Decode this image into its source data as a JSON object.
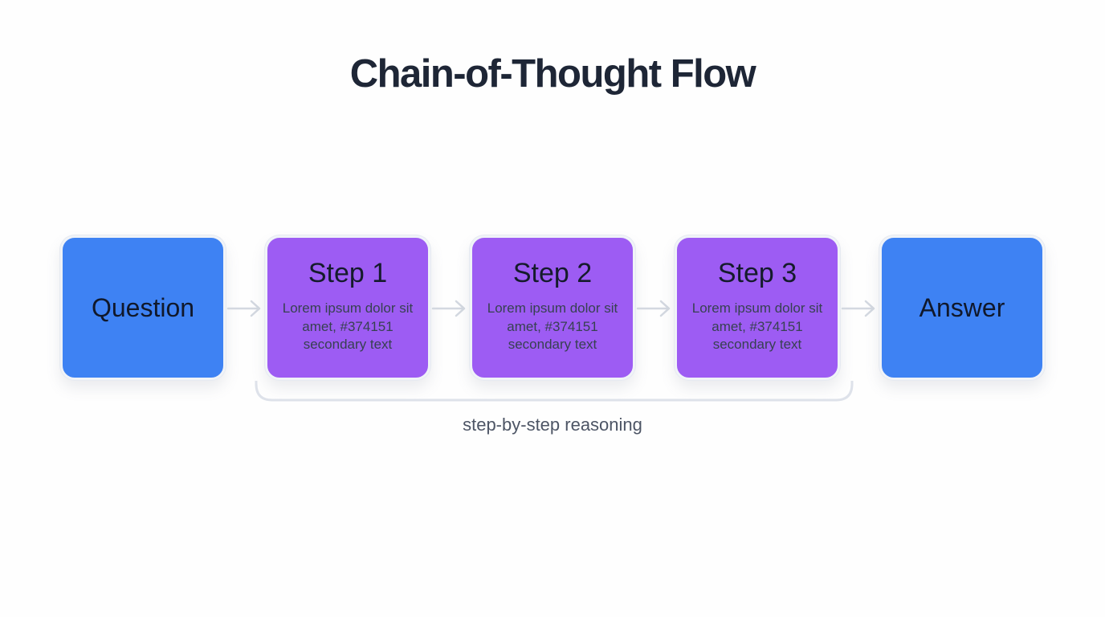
{
  "title": "Chain-of-Thought Flow",
  "caption": "step-by-step reasoning",
  "nodes": {
    "question": {
      "label": "Question"
    },
    "steps": [
      {
        "title": "Step 1",
        "body": "Lorem ipsum dolor sit amet, #374151 secondary text"
      },
      {
        "title": "Step 2",
        "body": "Lorem ipsum dolor sit amet, #374151 secondary text"
      },
      {
        "title": "Step 3",
        "body": "Lorem ipsum dolor sit amet, #374151 secondary text"
      }
    ],
    "answer": {
      "label": "Answer"
    }
  },
  "colors": {
    "background": "#fefefe",
    "endpoint_fill": "#3e82f3",
    "step_fill": "#9d5cf3",
    "title_text": "#1e2636",
    "node_label_text": "#10182b",
    "step_body_text": "#374151",
    "caption_text": "#4d5565",
    "arrow_stroke": "#d3d8e0",
    "bracket_stroke": "#dee2ea",
    "node_border": "#f0f3f8"
  }
}
